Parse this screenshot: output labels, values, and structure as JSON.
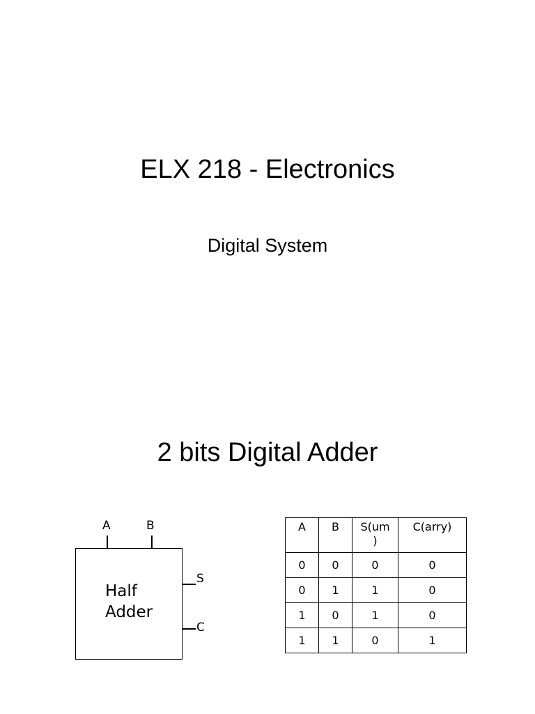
{
  "slide1": {
    "title": "ELX 218 - Electronics",
    "subtitle": "Digital System"
  },
  "slide2": {
    "title": "2 bits Digital Adder",
    "diagram": {
      "input_a": "A",
      "input_b": "B",
      "output_s": "S",
      "output_c": "C",
      "box_line1": "Half",
      "box_line2": "Adder"
    },
    "truth_table": {
      "headers": [
        "A",
        "B",
        "S(um\n)",
        "C(arry)"
      ],
      "rows": [
        [
          "0",
          "0",
          "0",
          "0"
        ],
        [
          "0",
          "1",
          "1",
          "0"
        ],
        [
          "1",
          "0",
          "1",
          "0"
        ],
        [
          "1",
          "1",
          "0",
          "1"
        ]
      ]
    }
  }
}
